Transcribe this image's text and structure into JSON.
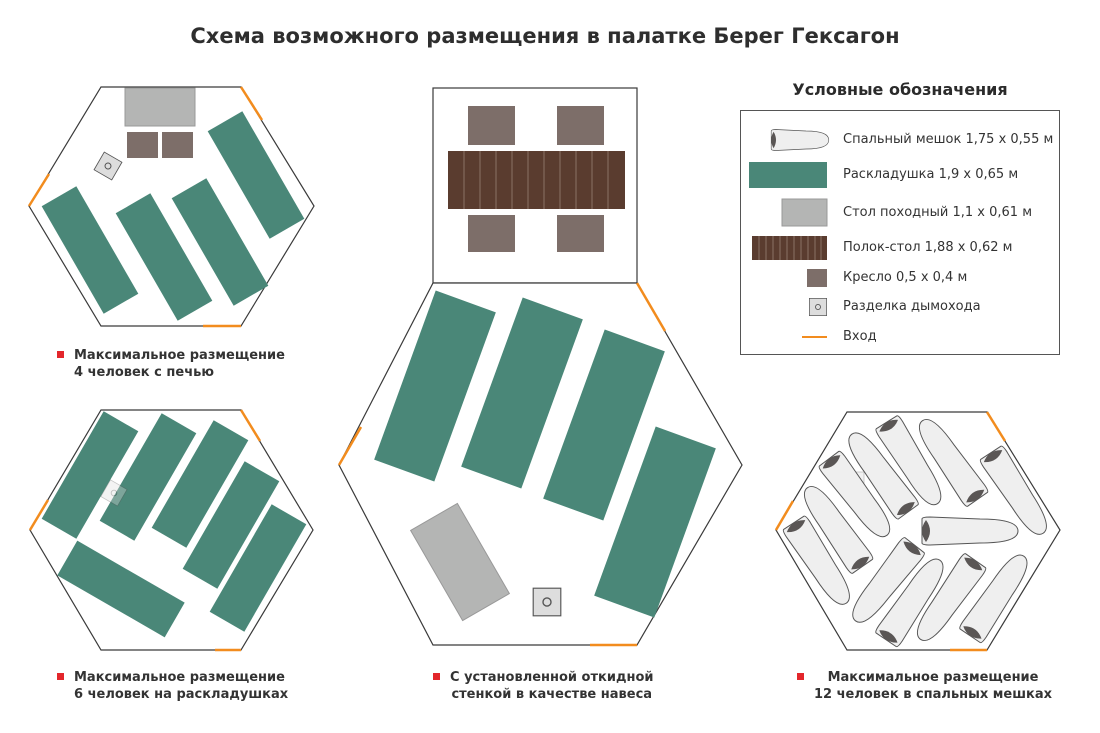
{
  "title": "Схема возможного размещения в палатке Берег Гексагон",
  "legend": {
    "title": "Условные обозначения",
    "items": [
      {
        "icon": "sleeping-bag",
        "label": "Спальный мешок 1,75 х 0,55 м"
      },
      {
        "icon": "cot",
        "label": "Раскладушка 1,9 х 0,65 м"
      },
      {
        "icon": "camp-table",
        "label": "Стол походный 1,1 х 0,61 м"
      },
      {
        "icon": "shelf-table",
        "label": "Полок-стол 1,88 х 0,62 м"
      },
      {
        "icon": "chair",
        "label": "Кресло 0,5 х 0,4 м"
      },
      {
        "icon": "chimney-pass",
        "label": "Разделка дымохода"
      },
      {
        "icon": "entrance",
        "label": "Вход"
      }
    ]
  },
  "captions": {
    "top_left": {
      "line1": "Максимальное размещение",
      "line2": "4 человек с печью"
    },
    "bottom_left": {
      "line1": "Максимальное размещение",
      "line2": "6 человек на раскладушках"
    },
    "center": {
      "line1": "С установленной откидной",
      "line2": "стенкой в качестве навеса"
    },
    "right": {
      "line1": "Максимальное размещение",
      "line2": "12 человек в спальных мешках"
    }
  },
  "colors": {
    "cot": "#4a8778",
    "table": "#b4b5b4",
    "chair": "#7d6e69",
    "shelf": "#5a3c2f",
    "entrance": "#f28c1e",
    "bullet": "#e3262b",
    "outline": "#3a3a3a"
  }
}
